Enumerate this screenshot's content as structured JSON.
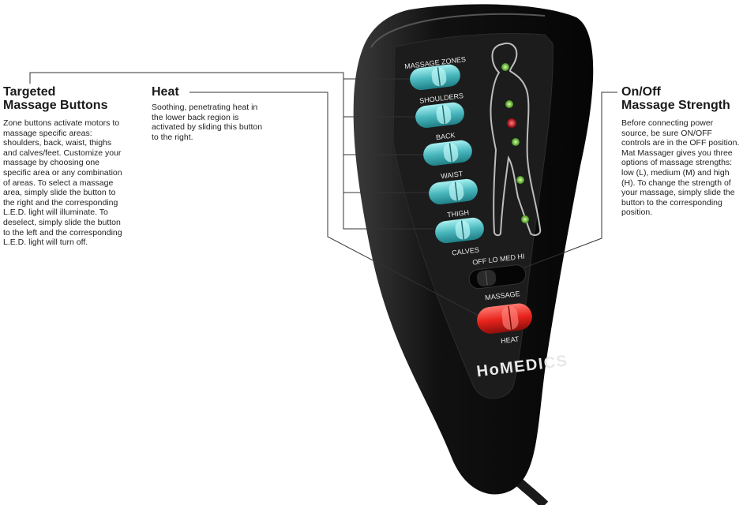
{
  "targeted": {
    "title_line1": "Targeted",
    "title_line2": "Massage Buttons",
    "body": "Zone buttons activate motors to massage specific areas: shoulders, back, waist, thighs and calves/feet. Customize your massage by choosing one specific area or any combination of areas. To select a massage area, simply slide the button to the right and the corresponding L.E.D. light will illuminate. To deselect, simply slide the button to the left and the corresponding L.E.D. light will turn off."
  },
  "heat": {
    "title": "Heat",
    "body": "Soothing, penetrating heat in the lower back region is activated by sliding this button to the right."
  },
  "onoff": {
    "title_line1": "On/Off",
    "title_line2": "Massage Strength",
    "body": "Before connecting power source, be sure ON/OFF controls are in the OFF position. Mat Massager gives you three options of massage strengths: low (L), medium (M) and high (H). To change the strength of your massage, simply slide the button to the corresponding position."
  },
  "remote": {
    "zones_header": "MASSAGE ZONES",
    "zones": [
      "SHOULDERS",
      "BACK",
      "WAIST",
      "THIGH",
      "CALVES"
    ],
    "strength_labels": "OFF  LO  MED  HI",
    "massage_label": "MASSAGE",
    "heat_label": "HEAT",
    "brand": "HoMEDICS",
    "body_color": "#141414",
    "zone_button_color": "#5bc4c8",
    "heat_button_color": "#e8241d",
    "led_color": "#7ccd3a",
    "led_active_color": "#d8121a"
  }
}
